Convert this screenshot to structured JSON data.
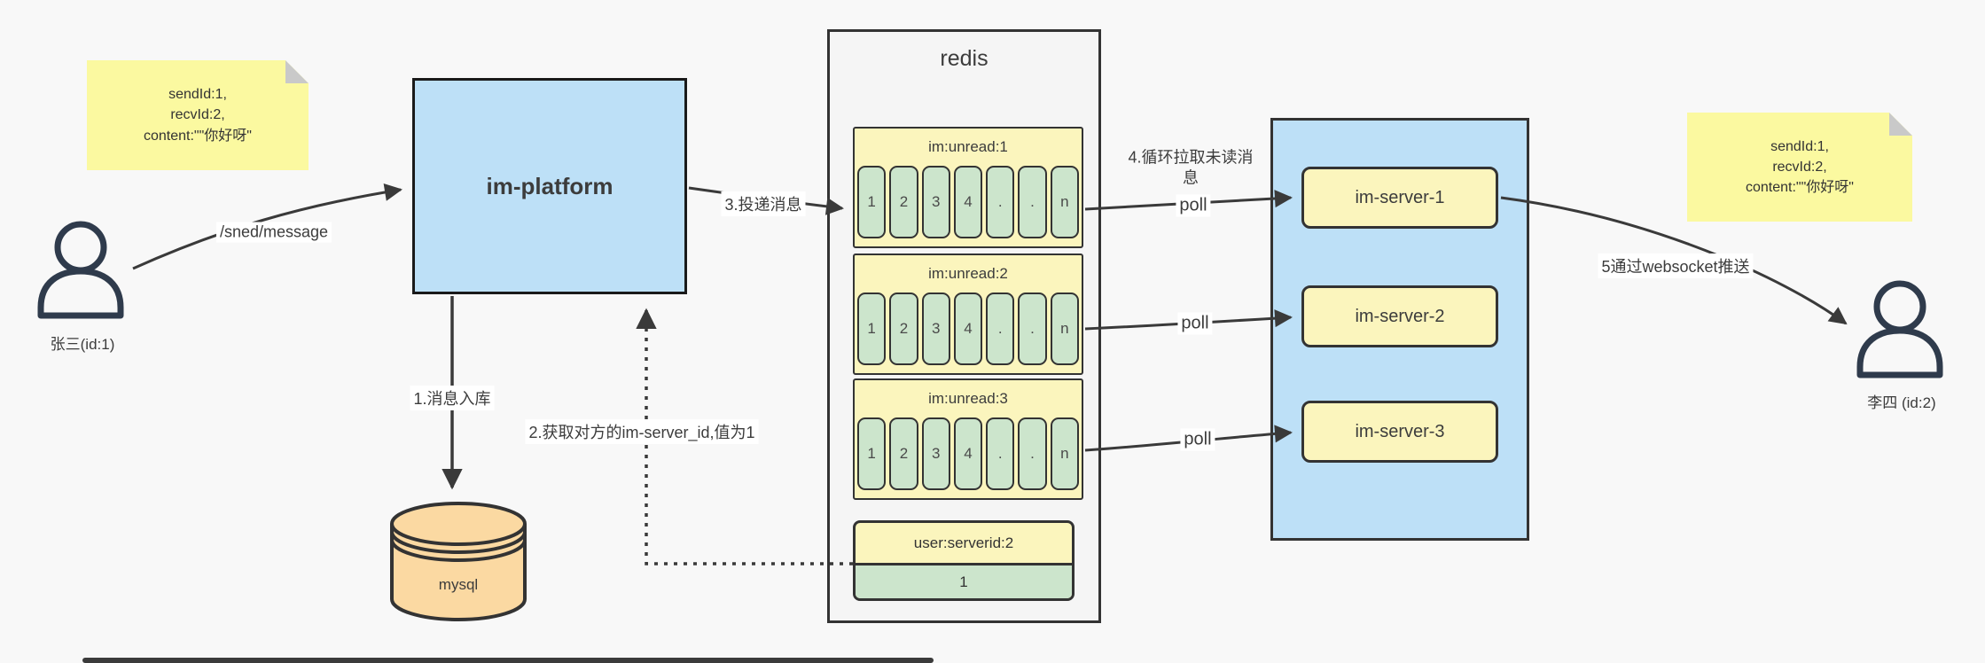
{
  "notes": {
    "left": {
      "line1": "sendId:1,",
      "line2": "recvId:2,",
      "line3": "content:\"\"你好呀\""
    },
    "right": {
      "line1": "sendId:1,",
      "line2": "recvId:2,",
      "line3": "content:\"\"你好呀\""
    }
  },
  "actors": {
    "sender": {
      "label": "张三(id:1)"
    },
    "receiver": {
      "label": "李四 (id:2)"
    }
  },
  "platform": {
    "label": "im-platform"
  },
  "database": {
    "label": "mysql"
  },
  "redis": {
    "title": "redis",
    "queues": [
      {
        "title": "im:unread:1",
        "cells": [
          "1",
          "2",
          "3",
          "4",
          ".",
          ".",
          "n"
        ]
      },
      {
        "title": "im:unread:2",
        "cells": [
          "1",
          "2",
          "3",
          "4",
          ".",
          ".",
          "n"
        ]
      },
      {
        "title": "im:unread:3",
        "cells": [
          "1",
          "2",
          "3",
          "4",
          ".",
          ".",
          "n"
        ]
      }
    ],
    "mapping": {
      "title": "user:serverid:2",
      "value": "1"
    }
  },
  "servers": {
    "items": [
      {
        "label": "im-server-1"
      },
      {
        "label": "im-server-2"
      },
      {
        "label": "im-server-3"
      }
    ]
  },
  "edges": {
    "send_api": "/sned/message",
    "step1": "1.消息入库",
    "step2": "2.获取对方的im-server_id,值为1",
    "step3": "3.投递消息",
    "step4": "4.循环拉取未读消息",
    "poll": "poll",
    "step5": "5通过websocket推送"
  },
  "colors": {
    "background": "#F8F8F8",
    "note_yellow": "#FBF9A0",
    "box_blue": "#BDE0F7",
    "box_yellow": "#FBF5BD",
    "cell_green": "#CCE5CC",
    "db_peach": "#FBD9A2",
    "line_dark": "#3A3A3A"
  }
}
